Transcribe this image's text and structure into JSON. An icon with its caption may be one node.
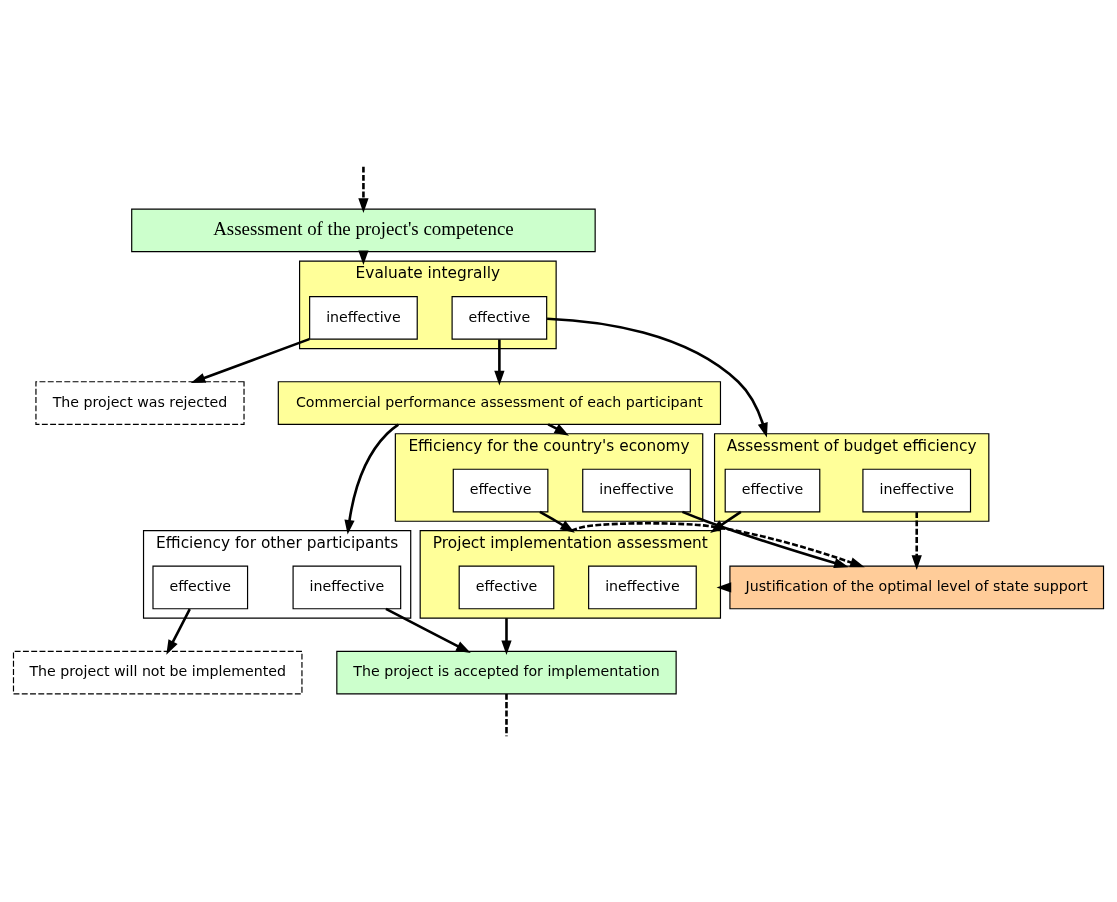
{
  "diagram": {
    "nodes": [
      {
        "text": [
          "The project was rejected"
        ]
      },
      {
        "text": [
          "Assessment of the project's competence"
        ]
      },
      {
        "text": [
          "Evaluate integrally"
        ]
      },
      {
        "text": [
          "ineffective"
        ],
        "in": 2
      },
      {
        "text": [
          "effective"
        ],
        "in": 2
      },
      {
        "text": [
          "Assessment of budget efficiency"
        ]
      },
      {
        "text": [
          "effective"
        ],
        "in": 5
      },
      {
        "text": [
          "ineffective"
        ],
        "in": 5
      },
      {
        "text": [
          "Commercial performance assessment of each participant"
        ]
      },
      {
        "text": [
          "Efficiency for the country's economy"
        ]
      },
      {
        "text": [
          "ineffective"
        ],
        "in": 9
      },
      {
        "text": [
          "effective"
        ],
        "in": 9
      },
      {
        "text": [
          "Efficiency for other participants"
        ]
      },
      {
        "text": [
          "ineffective"
        ],
        "in": 12
      },
      {
        "text": [
          "effective"
        ],
        "in": 12
      },
      {
        "text": [
          "Justification of the optimal level of state support"
        ]
      },
      {
        "text": [
          "The project will not be implemented"
        ]
      },
      {
        "text": [
          "Project implementation assessment"
        ]
      },
      {
        "text": [
          "ineffective"
        ],
        "in": 17
      },
      {
        "text": [
          "effective"
        ],
        "in": 17
      },
      {
        "text": [
          "The project is accepted for implementation"
        ]
      }
    ],
    "edges": [
      {
        "from": 1,
        "to": 2,
        "arrow": "to"
      },
      {
        "from": 3,
        "to": 0,
        "arrow": "to"
      },
      {
        "from": 4,
        "to": 5,
        "arrow": "to"
      },
      {
        "from": 4,
        "to": 8,
        "arrow": "to"
      },
      {
        "from": 8,
        "to": 9,
        "arrow": "to"
      },
      {
        "from": 8,
        "to": 12,
        "arrow": "to"
      },
      {
        "from": 7,
        "to": 15,
        "arrow": "to",
        "style": "dashed"
      },
      {
        "from": 10,
        "to": 15,
        "arrow": "to"
      },
      {
        "from": 6,
        "to": 17,
        "arrow": "to"
      },
      {
        "from": 15,
        "to": 17,
        "arrow": "to"
      },
      {
        "from": 11,
        "to": 17,
        "arrow": "to"
      },
      {
        "from": 17,
        "to": 20,
        "arrow": "to"
      },
      {
        "from": 13,
        "to": 20,
        "arrow": "to"
      },
      {
        "from": 14,
        "to": 16,
        "arrow": "to"
      },
      {
        "from": 17,
        "to": 15,
        "arrow": "to",
        "style": "dashed"
      },
      {
        "from": 20,
        "to": null,
        "arrow": "none",
        "style": "dashed"
      },
      {
        "from": null,
        "to": 1,
        "arrow": "to",
        "style": "dashed"
      }
    ]
  }
}
